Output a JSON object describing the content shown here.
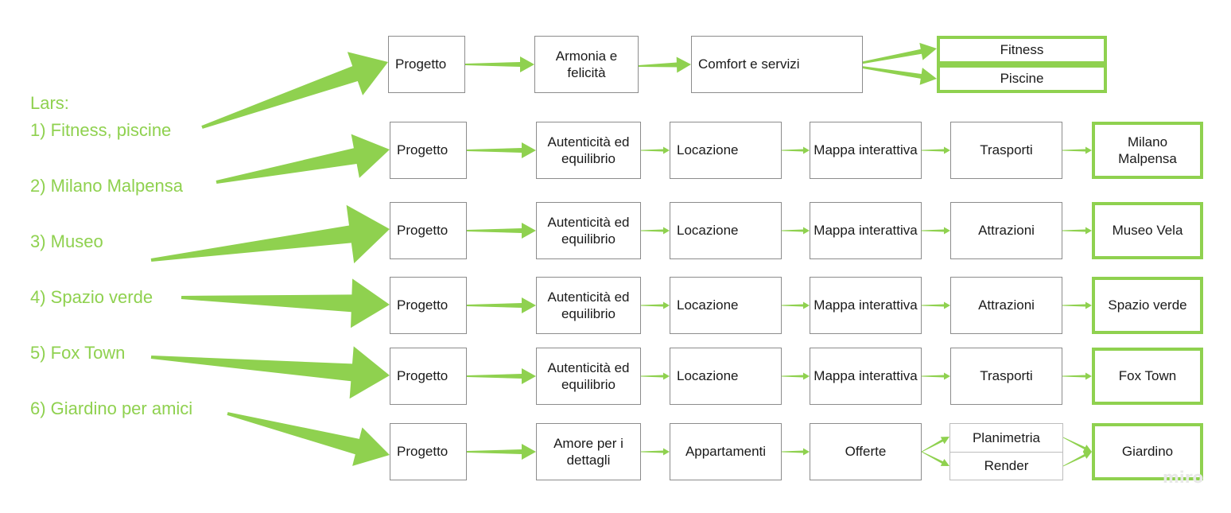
{
  "notes": {
    "title": "Lars:",
    "items": [
      "1) Fitness, piscine",
      "2) Milano Malpensa",
      "3) Museo",
      "4) Spazio verde",
      "5) Fox Town",
      "6) Giardino per amici"
    ]
  },
  "flows": [
    {
      "nodes": [
        "Progetto",
        "Armonia e felicità",
        "Comfort e servizi"
      ],
      "leaves": [
        "Fitness",
        "Piscine"
      ]
    },
    {
      "nodes": [
        "Progetto",
        "Autenticità ed equilibrio",
        "Locazione",
        "Mappa interattiva",
        "Trasporti"
      ],
      "leaves": [
        "Milano Malpensa"
      ]
    },
    {
      "nodes": [
        "Progetto",
        "Autenticità ed equilibrio",
        "Locazione",
        "Mappa interattiva",
        "Attrazioni"
      ],
      "leaves": [
        "Museo Vela"
      ]
    },
    {
      "nodes": [
        "Progetto",
        "Autenticità ed equilibrio",
        "Locazione",
        "Mappa interattiva",
        "Attrazioni"
      ],
      "leaves": [
        "Spazio verde"
      ]
    },
    {
      "nodes": [
        "Progetto",
        "Autenticità ed equilibrio",
        "Locazione",
        "Mappa interattiva",
        "Trasporti"
      ],
      "leaves": [
        "Fox Town"
      ]
    },
    {
      "nodes": [
        "Progetto",
        "Amore per i dettagli",
        "Appartamenti",
        "Offerte"
      ],
      "options": [
        "Planimetria",
        "Render"
      ],
      "leaves": [
        "Giardino"
      ]
    }
  ],
  "watermark": "miro",
  "colors": {
    "accent": "#8fd14f",
    "box_border": "#8c8c8c",
    "text": "#1a1a1a"
  }
}
